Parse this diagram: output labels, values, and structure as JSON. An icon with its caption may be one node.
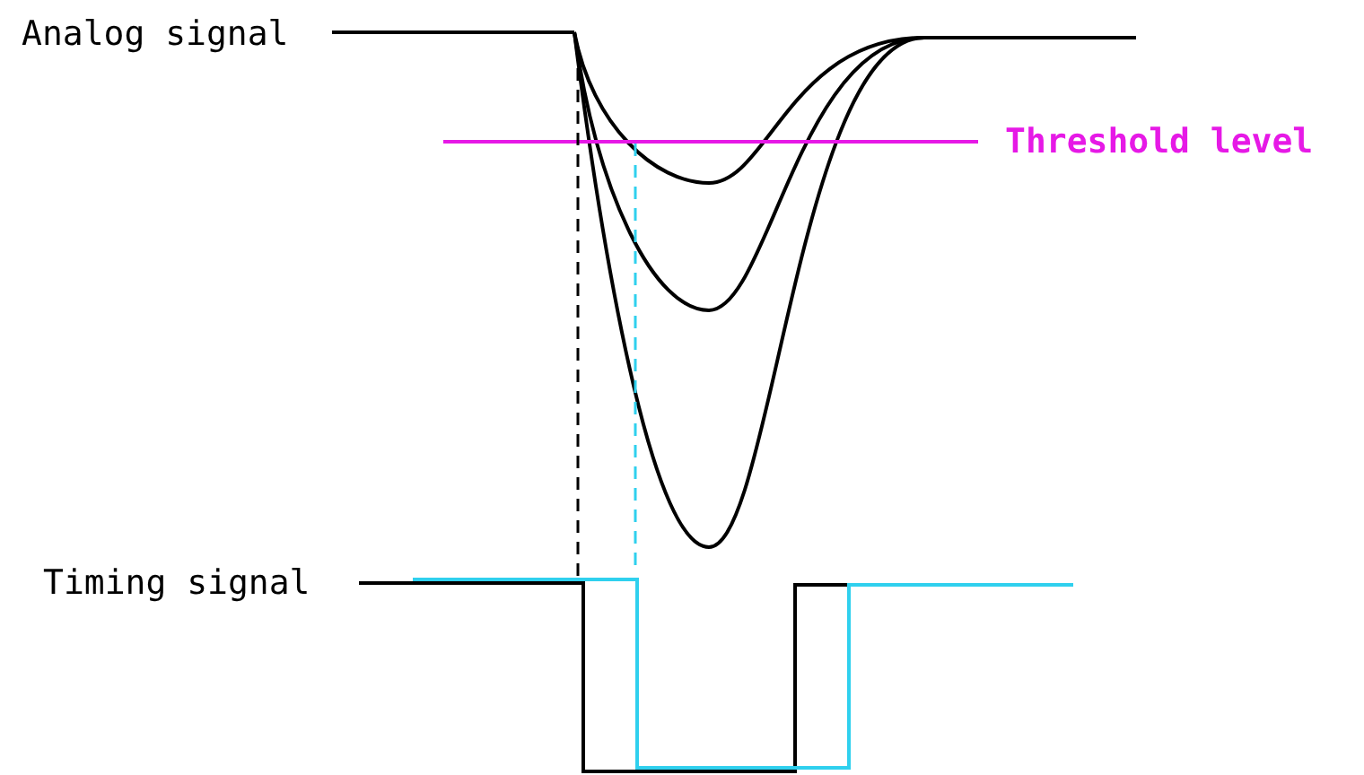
{
  "diagram": {
    "labels": [
      "Analog signal",
      "Threshold level",
      "Timing signal"
    ]
  }
}
